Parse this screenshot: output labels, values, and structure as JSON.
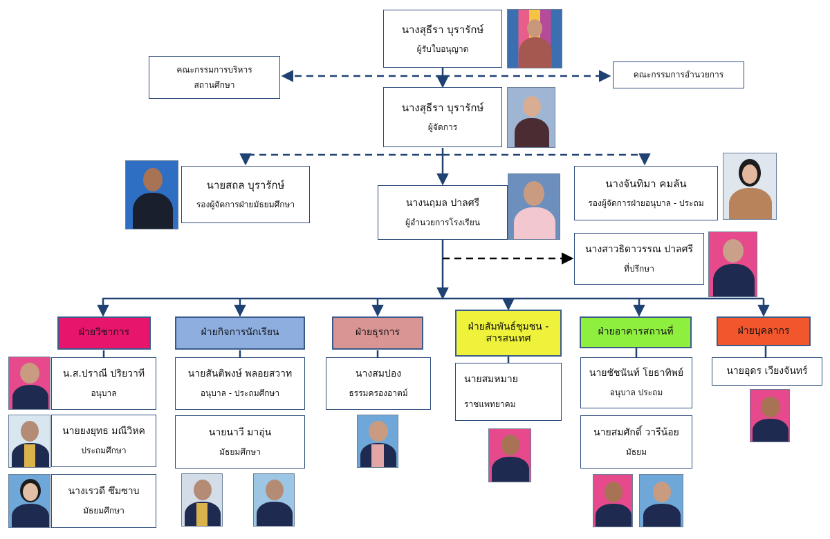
{
  "licensee": {
    "name": "นางสุธีรา  บุรารักษ์",
    "role": "ผู้รับใบอนุญาต"
  },
  "admin_committee": {
    "line1": "คณะกรรมการบริหาร",
    "line2": "สถานศึกษา"
  },
  "director_committee": {
    "label": "คณะกรรมการอำนวยการ"
  },
  "manager": {
    "name": "นางสุธีรา  บุรารักษ์",
    "role": "ผู้จัดการ"
  },
  "deputy_secondary": {
    "name": "นายสถล  บุรารักษ์",
    "role": "รองผู้จัดการฝ่ายมัธยมศึกษา"
  },
  "deputy_kindergarten": {
    "name": "นางจันทิมา  คมลัน",
    "role": "รองผู้จัดการฝ่ายอนุบาล - ประถม"
  },
  "director": {
    "name": "นางนฤมล   ปาลศรี",
    "role": "ผู้อำนวยการโรงเรียน"
  },
  "advisor": {
    "name": "นางสาวธิดาวรรณ  ปาลศรี",
    "role": "ที่ปรึกษา"
  },
  "departments": [
    {
      "label": "ฝ่ายวิชาการ",
      "color": "#e8156c"
    },
    {
      "label": "ฝ่ายกิจการนักเรียน",
      "color": "#8eaee0"
    },
    {
      "label": "ฝ่ายธุรการ",
      "color": "#d99594"
    },
    {
      "label1": "ฝ่ายสัมพันธ์ชุมชน -",
      "label2": "สารสนเทศ",
      "color": "#eef23a"
    },
    {
      "label": "ฝ่ายอาคารสถานที่",
      "color": "#8fef3f"
    },
    {
      "label": "ฝ่ายบุคลากร",
      "color": "#f2562d"
    }
  ],
  "staff": {
    "academic_1": {
      "name": "น.ส.ปราณี ปริยวาที",
      "role": "อนุบาล"
    },
    "academic_2": {
      "name": "นายยงยุทธ  มณีวิหค",
      "role": "ประถมศึกษา"
    },
    "academic_3": {
      "name": "นางเรวดี  ซึมซาบ",
      "role": "มัธยมศึกษา"
    },
    "student_1": {
      "name": "นายสันติพงษ์  พลอยสวาท",
      "role": "อนุบาล - ประถมศึกษา"
    },
    "student_2": {
      "name": "นายนาวี   มาอุ่น",
      "role": "มัธยมศึกษา"
    },
    "admin_1": {
      "name": "นางสมปอง",
      "role": "ธรรมครองอาตม์"
    },
    "community_1": {
      "name": "นายสมหมาย",
      "role": "ราชแพทยาคม"
    },
    "building_1": {
      "name": "นายชัชนันท์ โยธาทิพย์",
      "role": "อนุบาล ประถม"
    },
    "building_2": {
      "name": "นายสมศักดิ์  วารีน้อย",
      "role": "มัธยม"
    },
    "personnel_1": {
      "name": "นายอุดร เวียงจันทร์"
    }
  }
}
